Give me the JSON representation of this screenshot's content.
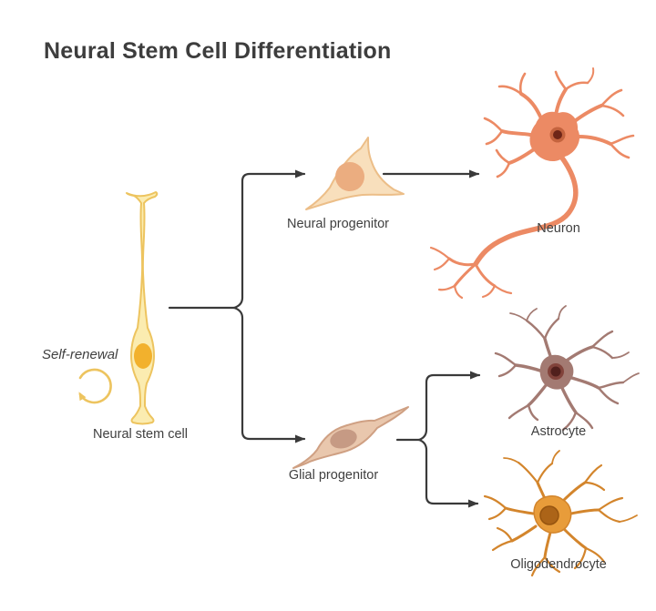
{
  "title": "Neural Stem Cell Differentiation",
  "nodes": {
    "stem_cell": {
      "label": "Neural stem cell"
    },
    "self_renewal": {
      "label": "Self-renewal"
    },
    "neural_progenitor": {
      "label": "Neural progenitor"
    },
    "neuron": {
      "label": "Neuron"
    },
    "glial_progenitor": {
      "label": "Glial progenitor"
    },
    "astrocyte": {
      "label": "Astrocyte"
    },
    "oligodendrocyte": {
      "label": "Oligodendrocyte"
    }
  },
  "edges": [
    {
      "from": "Neural stem cell",
      "to": "Neural progenitor"
    },
    {
      "from": "Neural stem cell",
      "to": "Glial progenitor"
    },
    {
      "from": "Neural stem cell",
      "to": "Neural stem cell",
      "type": "self-renewal"
    },
    {
      "from": "Neural progenitor",
      "to": "Neuron"
    },
    {
      "from": "Glial progenitor",
      "to": "Astrocyte"
    },
    {
      "from": "Glial progenitor",
      "to": "Oligodendrocyte"
    }
  ],
  "colors": {
    "background": "#ffffff",
    "text": "#3d3d3d",
    "arrow": "#3a3a3a",
    "stem_cell_fill": "#FBECB0",
    "stem_cell_stroke": "#EDC45F",
    "stem_cell_nucleus": "#F2B12D",
    "neural_progenitor_fill": "#F8DFBC",
    "neural_progenitor_stroke": "#ECBE88",
    "neural_progenitor_nucleus": "#EBAD80",
    "neuron": "#EC8A64",
    "neuron_nucleus": "#6E2517",
    "glial_progenitor_fill": "#E9C7AD",
    "glial_progenitor_stroke": "#CFA083",
    "glial_progenitor_nucleus": "#C69A84",
    "astrocyte": "#A37A72",
    "astrocyte_nucleus": "#51201D",
    "oligodendrocyte_body": "#E89C3A",
    "oligodendrocyte_branch": "#D3852C",
    "oligodendrocyte_nucleus": "#AC6418"
  }
}
